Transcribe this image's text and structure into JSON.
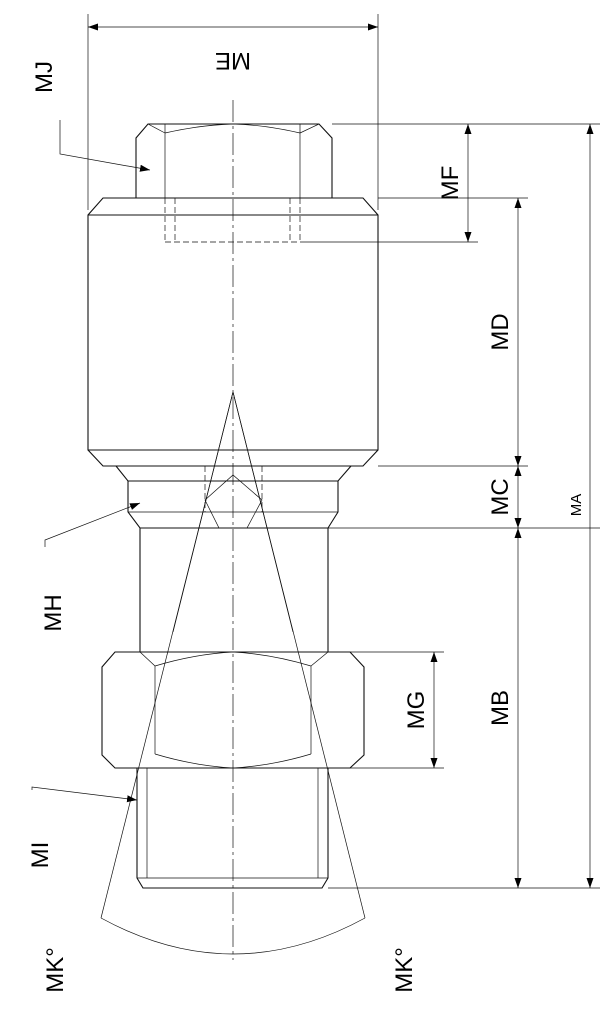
{
  "drawing": {
    "labels": {
      "ma": "MA",
      "mb": "MB",
      "mc": "MC",
      "md": "MD",
      "me": "ME",
      "mf": "MF",
      "mg": "MG",
      "mh": "MH",
      "mi": "MI",
      "mj": "MJ",
      "mk_left": "MK°",
      "mk_right": "MK°"
    }
  }
}
